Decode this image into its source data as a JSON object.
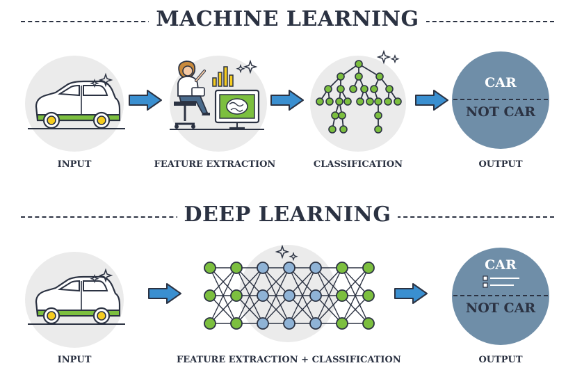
{
  "machine_learning": {
    "title": "MACHINE LEARNING",
    "steps": [
      {
        "label": "INPUT",
        "icon": "car-icon"
      },
      {
        "label": "FEATURE EXTRACTION",
        "icon": "person-at-computer-icon"
      },
      {
        "label": "CLASSIFICATION",
        "icon": "decision-tree-icon"
      },
      {
        "label": "OUTPUT",
        "icon": "output-circle"
      }
    ],
    "output": {
      "top": "CAR",
      "bottom": "NOT CAR"
    }
  },
  "deep_learning": {
    "title": "DEEP LEARNING",
    "steps": [
      {
        "label": "INPUT",
        "icon": "car-icon"
      },
      {
        "label": "FEATURE EXTRACTION + CLASSIFICATION",
        "icon": "neural-network-icon"
      },
      {
        "label": "OUTPUT",
        "icon": "output-circle"
      }
    ],
    "output": {
      "top": "CAR",
      "bottom": "NOT CAR"
    }
  },
  "colors": {
    "text": "#2b3242",
    "arrow": "#3a8fd0",
    "green": "#7cbf3f",
    "blue_node": "#8fb3d6",
    "output_circle": "#6f8ea8",
    "circle_bg": "#ebebeb"
  }
}
